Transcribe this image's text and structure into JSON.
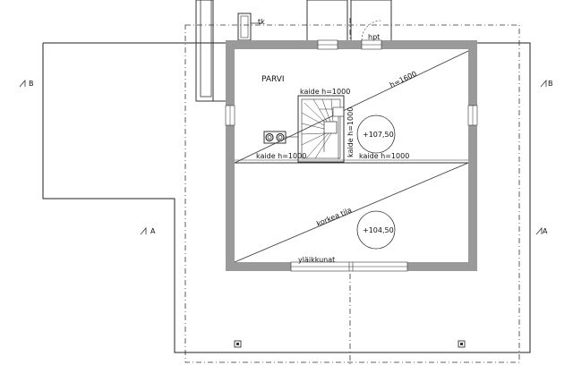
{
  "plan": {
    "room_name": "PARVI",
    "railing_upper": "kaide h=1000",
    "railing_left": "kaide h=1000",
    "railing_right": "kaide h=1000",
    "railing_vertical": "kaide h=1000",
    "ridge_height": "h=1600",
    "ceiling_height": "korkea tila",
    "upper_window": "yläikkunat",
    "chimney": "tk",
    "fireplace": "hpt",
    "level_upper": "+107,50",
    "level_lower": "+104,50",
    "section_b": "B",
    "section_a": "A"
  }
}
